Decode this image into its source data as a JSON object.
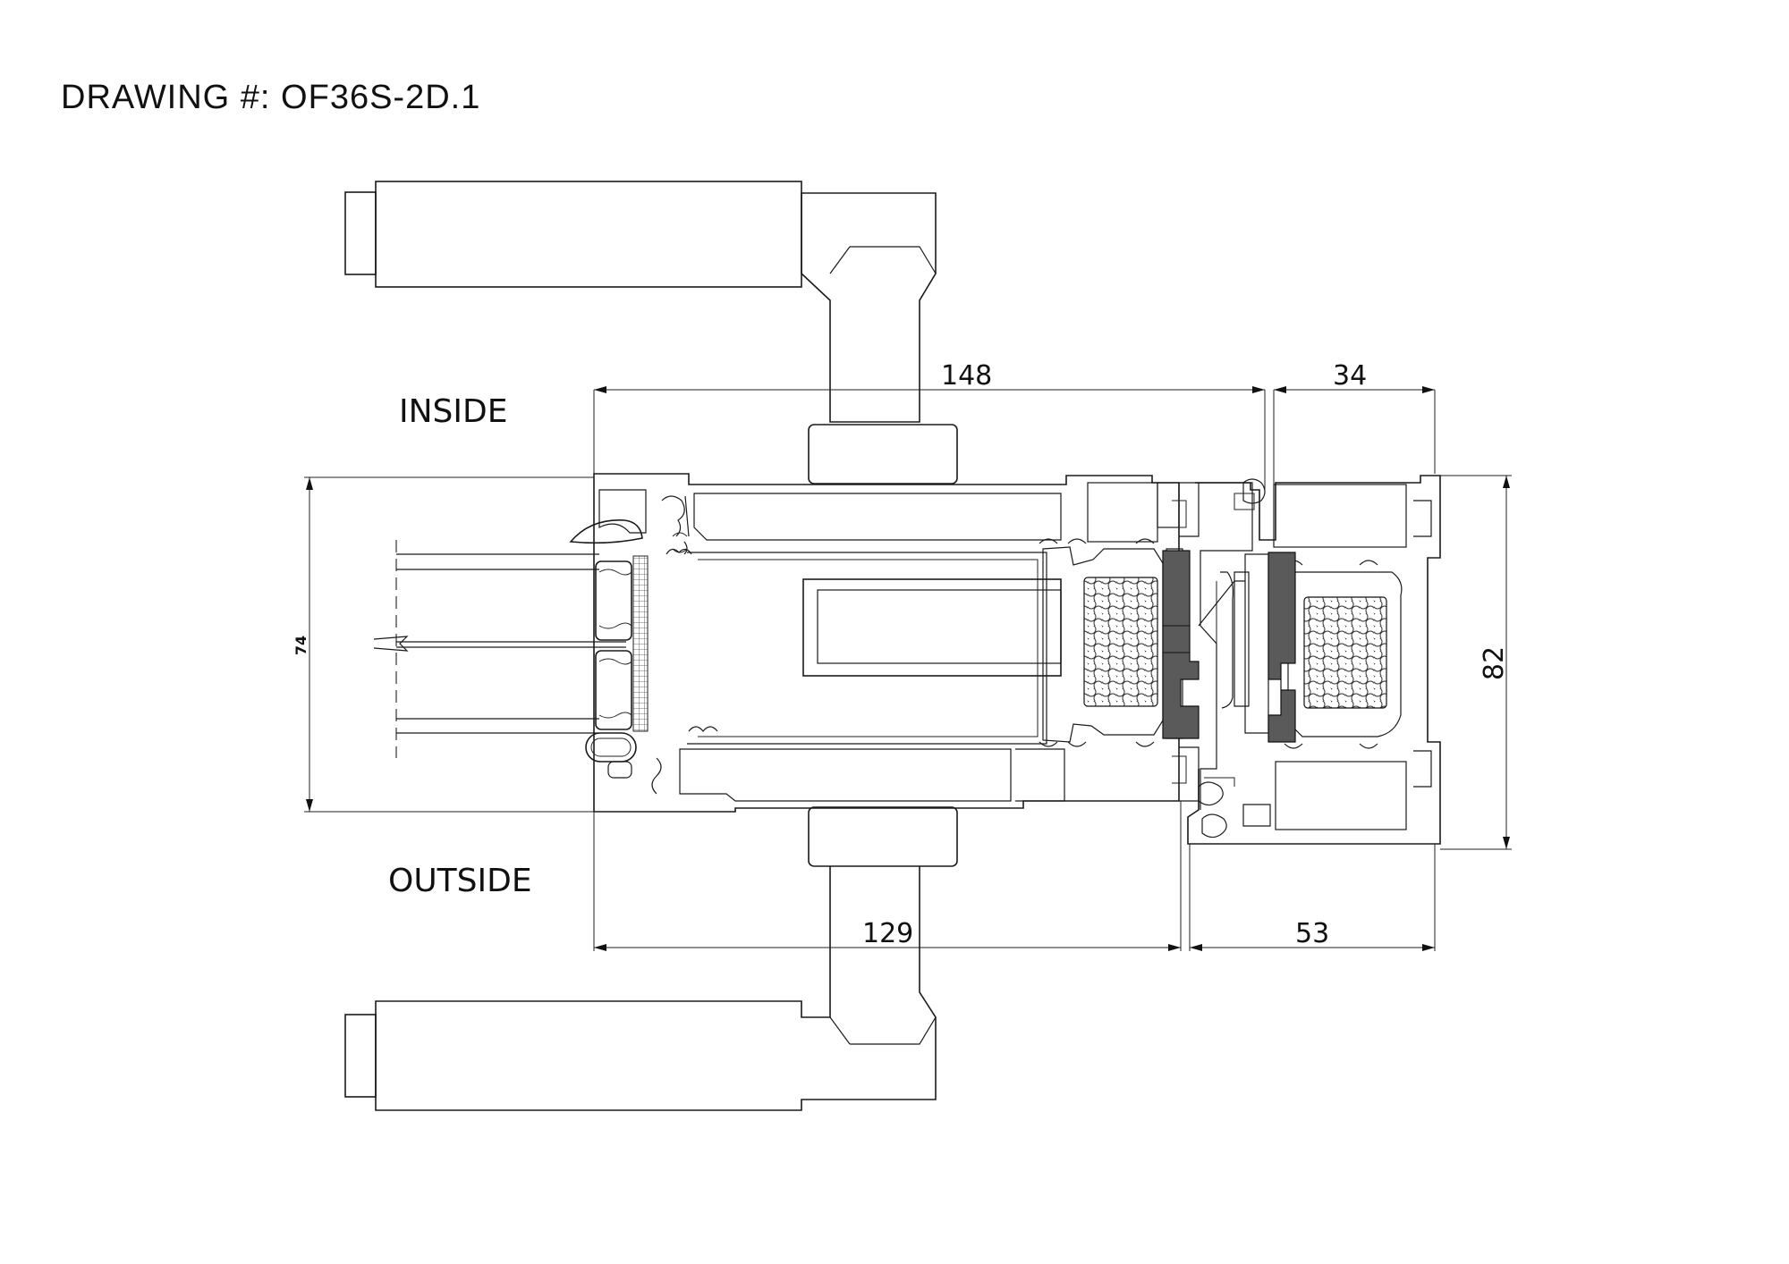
{
  "drawing": {
    "title": "DRAWING #: OF36S-2D.1",
    "inside_label": "INSIDE",
    "outside_label": "OUTSIDE"
  },
  "dimensions": {
    "top_left": "148",
    "top_right": "34",
    "bottom_left": "129",
    "bottom_right": "53",
    "right_height": "82",
    "left_height": "74"
  }
}
